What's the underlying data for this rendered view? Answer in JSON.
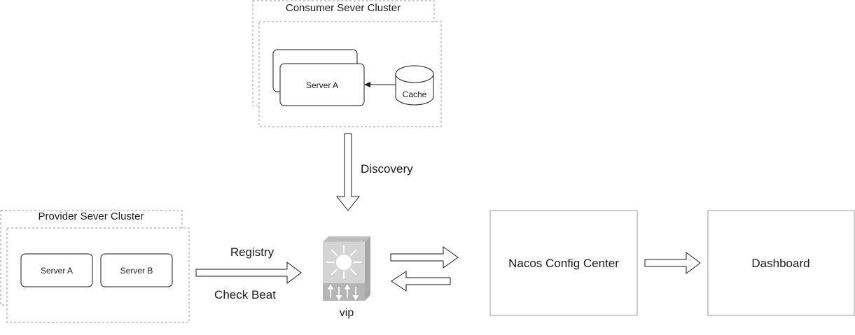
{
  "consumer_cluster": {
    "title": "Consumer Sever Cluster",
    "server_label": "Server A",
    "cache_label": "Cache"
  },
  "provider_cluster": {
    "title": "Provider Sever Cluster",
    "server_a_label": "Server A",
    "server_b_label": "Server B"
  },
  "edges": {
    "discovery_label": "Discovery",
    "registry_label": "Registry",
    "check_beat_label": "Check Beat"
  },
  "vip": {
    "label": "vip"
  },
  "nacos": {
    "label": "Nacos Config Center"
  },
  "dashboard": {
    "label": "Dashboard"
  },
  "colors": {
    "stroke": "#333333",
    "dashed_border": "#999999",
    "switch_body": "#d4d4d4",
    "switch_dark": "#b5b5b5",
    "switch_glyph": "#ffffff"
  }
}
